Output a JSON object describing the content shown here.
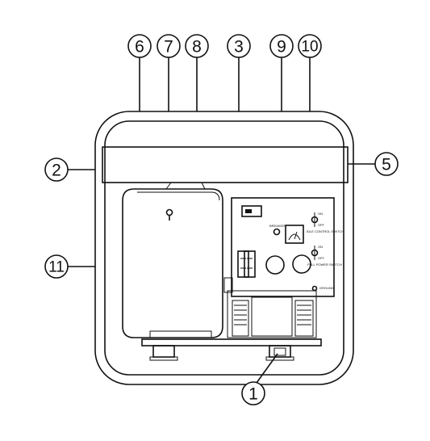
{
  "callouts": {
    "c1": "1",
    "c2": "2",
    "c3": "3",
    "c5": "5",
    "c6": "6",
    "c7": "7",
    "c8": "8",
    "c9": "9",
    "c10": "10",
    "c11": "11"
  },
  "panel": {
    "breaker_label": "BREAKER",
    "idle_switch_label": "IDLE CONTROL SWITCH",
    "full_power_label": "FULL POWER SWITCH",
    "on_label": "ON",
    "off_label": "OFF",
    "ground_label": "GROUND"
  },
  "colors": {
    "line": "#111111",
    "background": "#ffffff"
  }
}
